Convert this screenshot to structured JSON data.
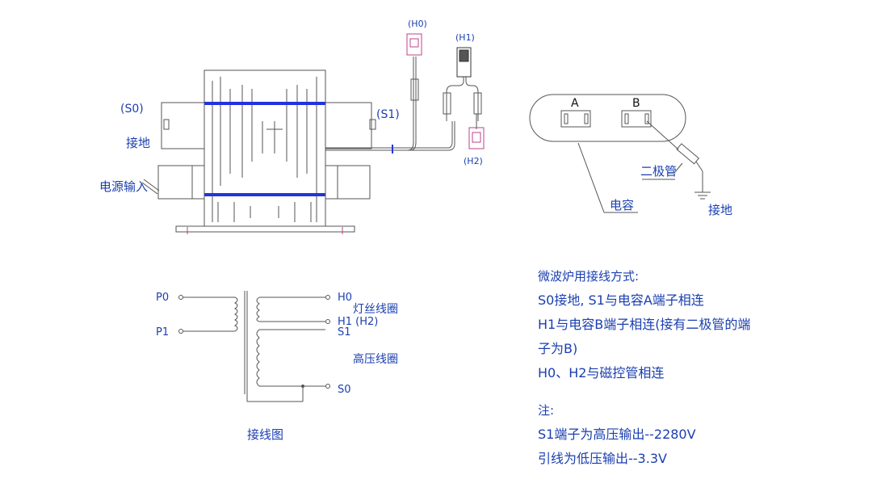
{
  "transformer": {
    "label_s0": "(S0)",
    "label_s1": "(S1)",
    "label_h0": "(H0)",
    "label_h1": "(H1)",
    "label_h2": "(H2)",
    "label_ground": "接地",
    "label_power_input": "电源输入"
  },
  "capacitor": {
    "terminal_a": "A",
    "terminal_b": "B",
    "label_diode": "二极管",
    "label_capacitor": "电容",
    "label_ground": "接地"
  },
  "schematic": {
    "p0": "P0",
    "p1": "P1",
    "h0": "H0",
    "h1_h2": "H1 (H2)",
    "s1": "S1",
    "s0": "S0",
    "filament_coil": "灯丝线圈",
    "hv_coil": "高压线圈",
    "title": "接线图"
  },
  "notes": {
    "heading": "微波炉用接线方式:",
    "line1": "S0接地, S1与电容A端子相连",
    "line2": "H1与电容B端子相连(接有二极管的端",
    "line3": "子为B)",
    "line4": "H0、H2与磁控管相连",
    "note_heading": "注:",
    "note1": "S1端子为高压输出--2280V",
    "note2": "引线为低压输出--3.3V"
  },
  "colors": {
    "line": "#555555",
    "label": "#1a3fb0",
    "clamp_band": "#2233dd",
    "connector": "#c0408a"
  }
}
